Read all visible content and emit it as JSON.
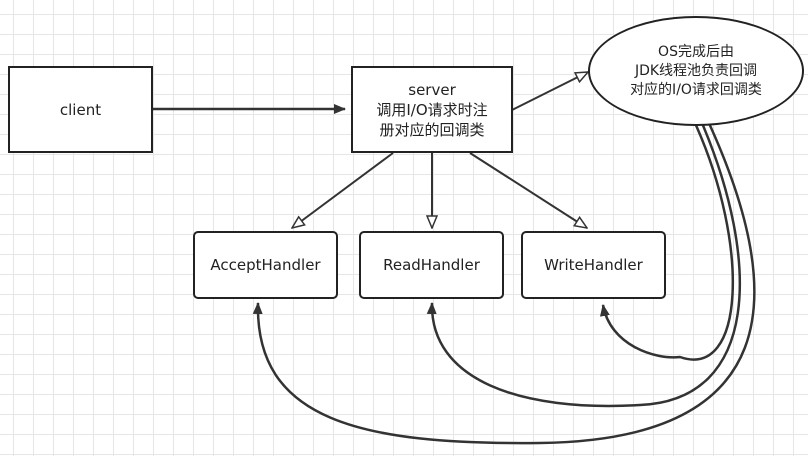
{
  "nodes": {
    "client": {
      "lines": [
        "client"
      ]
    },
    "server": {
      "lines": [
        "server",
        "调用I/O请求时注",
        "册对应的回调类"
      ]
    },
    "os": {
      "lines": [
        "OS完成后由",
        "JDK线程池负责回调",
        "对应的I/O请求回调类"
      ]
    },
    "accept_handler": {
      "lines": [
        "AcceptHandler"
      ]
    },
    "read_handler": {
      "lines": [
        "ReadHandler"
      ]
    },
    "write_handler": {
      "lines": [
        "WriteHandler"
      ]
    }
  },
  "colors": {
    "stroke": "#333333",
    "grid": "#e6e6e6",
    "fill": "#ffffff"
  }
}
